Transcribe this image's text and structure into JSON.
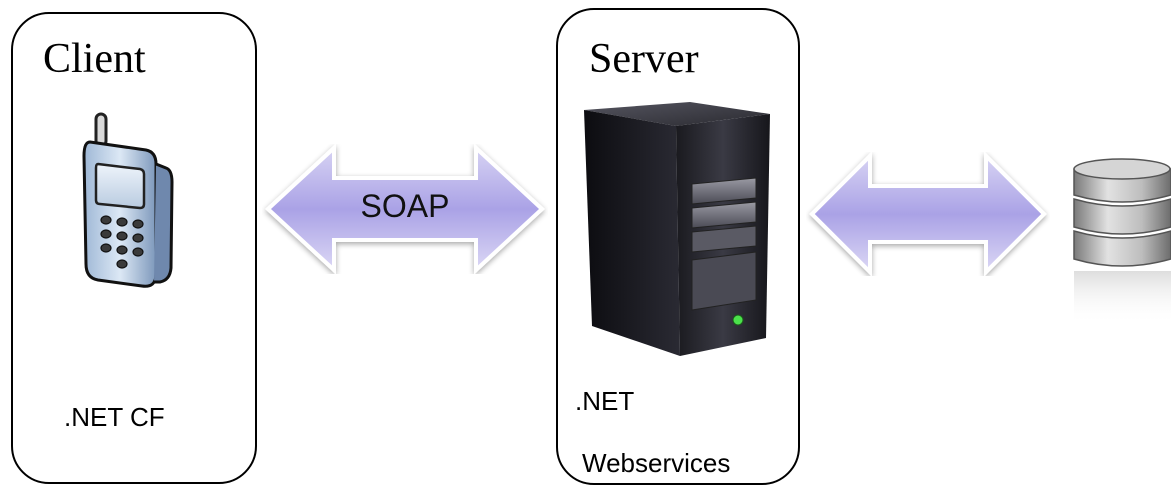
{
  "client": {
    "title": "Client",
    "caption": ".NET CF",
    "icon": "mobile-phone-icon"
  },
  "server": {
    "title": "Server",
    "caption_line1": ".NET",
    "caption_line2": "Webservices",
    "icon": "server-tower-icon"
  },
  "database": {
    "icon": "database-icon"
  },
  "connections": {
    "client_server_label": "SOAP",
    "server_database_label": ""
  },
  "colors": {
    "arrow_fill": "#c8c2ee",
    "arrow_fill_dark": "#9f96e0",
    "panel_border": "#000000"
  }
}
